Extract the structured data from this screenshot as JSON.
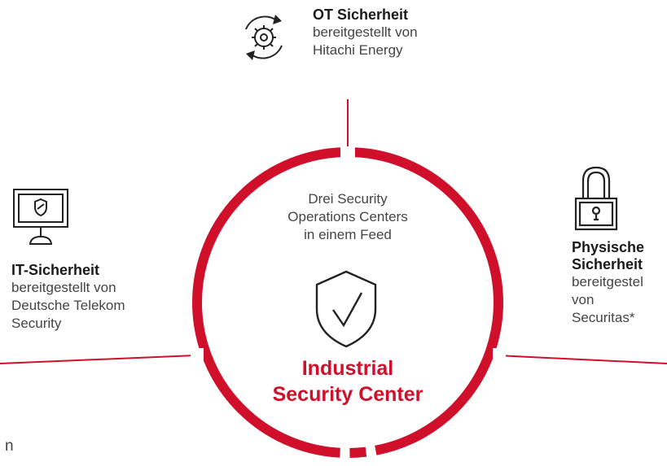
{
  "ot": {
    "title": "OT Sicherheit",
    "line1": "bereitgestellt von",
    "line2": "Hitachi Energy",
    "icon": "gear-cycle-icon"
  },
  "it": {
    "title": "IT-Sicherheit",
    "line1": "bereitgestellt von",
    "line2": "Deutsche Telekom",
    "line3": "Security",
    "icon": "monitor-shield-icon"
  },
  "physical": {
    "title1": "Physische",
    "title2": "Sicherheit",
    "line1": "bereitgestel",
    "line2": "von",
    "line3": "Securitas*",
    "icon": "padlock-icon"
  },
  "center": {
    "line1": "Drei Security",
    "line2": "Operations Centers",
    "line3": "in einem Feed",
    "icon": "shield-check-icon",
    "brand1": "Industrial",
    "brand2": "Security Center"
  },
  "fragment": "n",
  "colors": {
    "accent": "#d0102a",
    "text": "#444444"
  }
}
